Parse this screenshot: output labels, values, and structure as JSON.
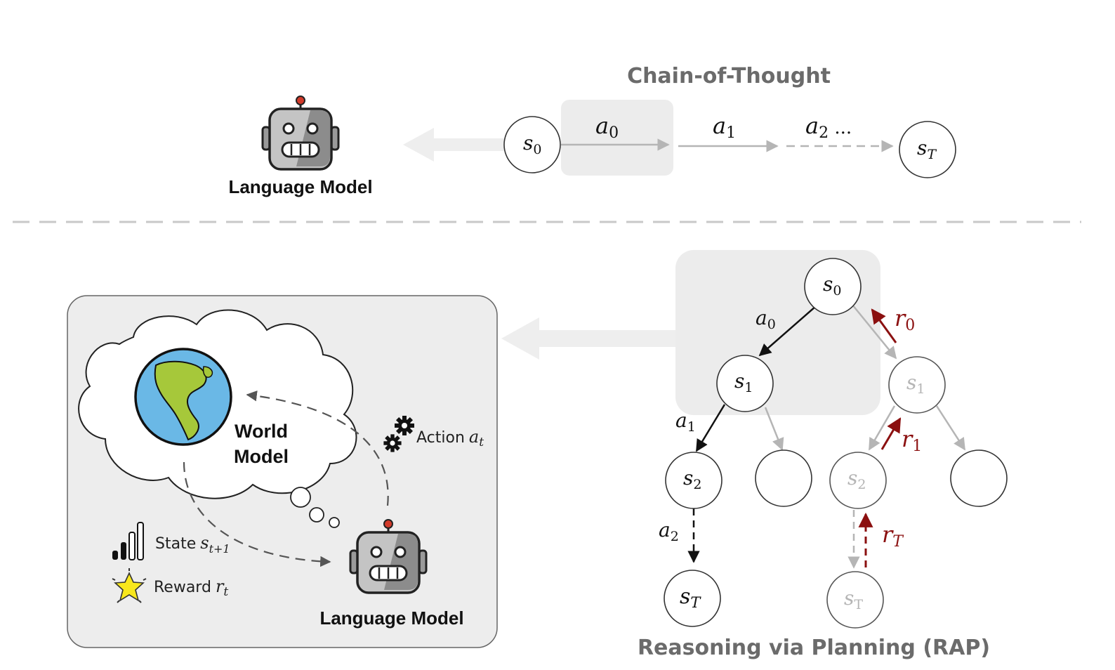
{
  "cot": {
    "title": "Chain-of-Thought",
    "model_label": "Language Model",
    "nodes": [
      {
        "label": "s",
        "sub": "0"
      },
      {
        "label": "s",
        "sub": "T"
      }
    ],
    "actions": [
      {
        "label": "a",
        "sub": "0"
      },
      {
        "label": "a",
        "sub": "1"
      },
      {
        "label": "a",
        "sub": "2",
        "suffix": " ..."
      }
    ]
  },
  "rap": {
    "title": "Reasoning via Planning (RAP)",
    "world_model_label_1": "World",
    "world_model_label_2": "Model",
    "action_label": "Action",
    "action_var": {
      "label": "a",
      "sub": "t"
    },
    "state_label": "State",
    "state_var": {
      "label": "s",
      "sub": "t+1"
    },
    "reward_label": "Reward",
    "reward_var": {
      "label": "r",
      "sub": "t"
    },
    "model_label": "Language Model",
    "tree_nodes": [
      {
        "label": "s",
        "sub": "0"
      },
      {
        "label": "s",
        "sub": "1"
      },
      {
        "label": "s",
        "sub": "1"
      },
      {
        "label": "s",
        "sub": "2"
      },
      {
        "label": "",
        "sub": ""
      },
      {
        "label": "s",
        "sub": "2"
      },
      {
        "label": "",
        "sub": ""
      },
      {
        "label": "s",
        "sub": "T"
      },
      {
        "label": "s",
        "sub": "T"
      }
    ],
    "tree_actions": [
      {
        "label": "a",
        "sub": "0"
      },
      {
        "label": "a",
        "sub": "1"
      },
      {
        "label": "a",
        "sub": "2"
      }
    ],
    "tree_rewards": [
      {
        "label": "r",
        "sub": "0"
      },
      {
        "label": "r",
        "sub": "1"
      },
      {
        "label": "r",
        "sub": "T"
      }
    ]
  },
  "colors": {
    "reward": "#8b1010",
    "faded": "#b5b5b5",
    "highlight_box": "#ececec",
    "panel": "#ededed"
  },
  "icons": {
    "robot": "robot-icon",
    "globe": "globe-icon",
    "gears": "gears-icon",
    "signal": "signal-bars-icon",
    "star": "star-icon",
    "cloud": "thought-cloud-icon"
  }
}
